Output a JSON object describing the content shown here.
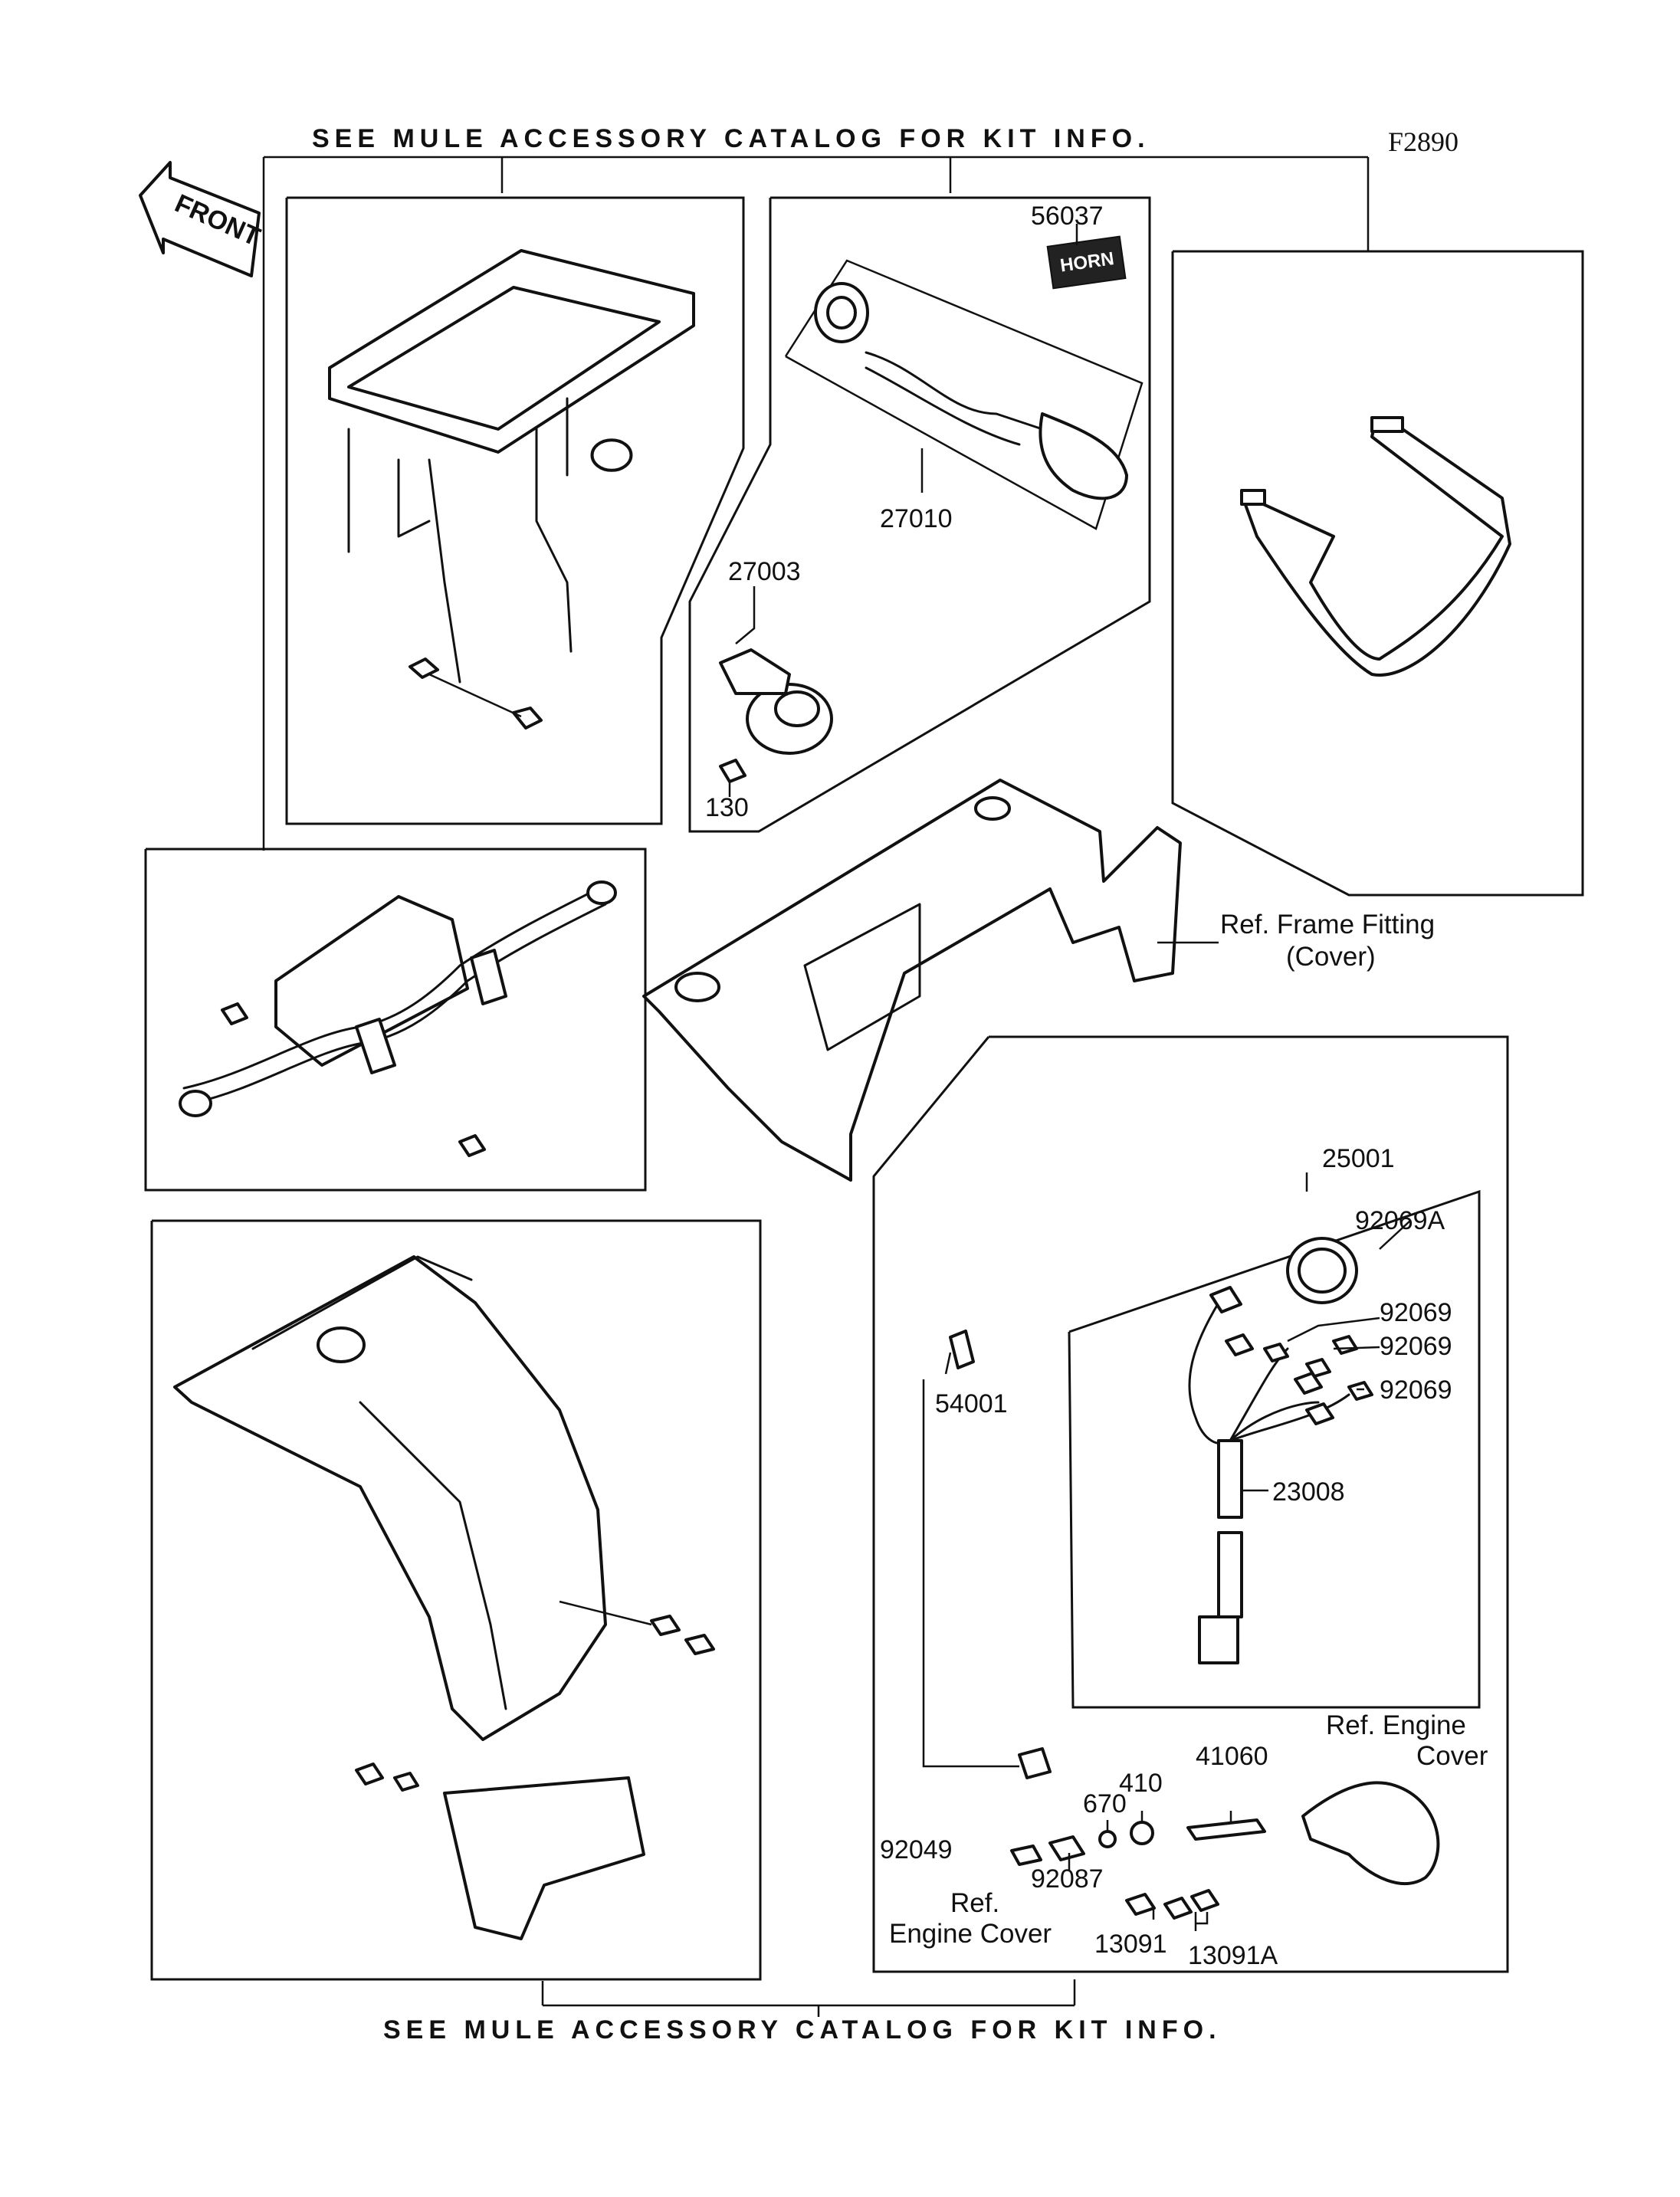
{
  "header": {
    "top_note": "SEE MULE ACCESSORY CATALOG FOR KIT INFO.",
    "figure_code": "F2890"
  },
  "footer": {
    "bottom_note": "SEE MULE ACCESSORY CATALOG FOR KIT INFO."
  },
  "front_arrow": {
    "label": "FRONT"
  },
  "decal": {
    "label": "HORN"
  },
  "callouts": {
    "p56037": "56037",
    "p27010": "27010",
    "p27003": "27003",
    "p130": "130",
    "p25001": "25001",
    "p92069A": "92069A",
    "p92069_1": "92069",
    "p92069_2": "92069",
    "p92069_3": "92069",
    "p23008": "23008",
    "p54001": "54001",
    "p410": "410",
    "p670": "670",
    "p41060": "41060",
    "p92049": "92049",
    "p92087": "92087",
    "p13091": "13091",
    "p13091A": "13091A"
  },
  "references": {
    "frame_fitting_1": "Ref. Frame Fitting",
    "frame_fitting_2": "(Cover)",
    "engine_cover_right_1": "Ref. Engine",
    "engine_cover_right_2": "Cover",
    "engine_cover_left_1": "Ref.",
    "engine_cover_left_2": "Engine Cover"
  }
}
